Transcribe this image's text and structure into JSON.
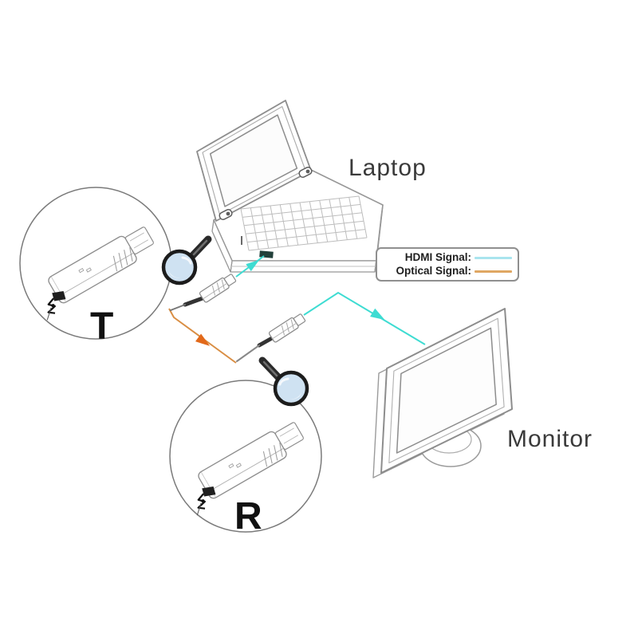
{
  "diagram": {
    "labels": {
      "laptop": "Laptop",
      "monitor": "Monitor",
      "transmitter_badge": "T",
      "receiver_badge": "R"
    },
    "legend": {
      "items": [
        {
          "label": "HDMI Signal:",
          "color": "#a9e4ee"
        },
        {
          "label": "Optical Signal:",
          "color": "#dfa763"
        }
      ]
    },
    "colors": {
      "hdmi_signal": "#3edcd2",
      "optical_signal": "#d98e44",
      "optical_arrow": "#e2691a",
      "lens_fill": "#cfe2f2"
    }
  }
}
